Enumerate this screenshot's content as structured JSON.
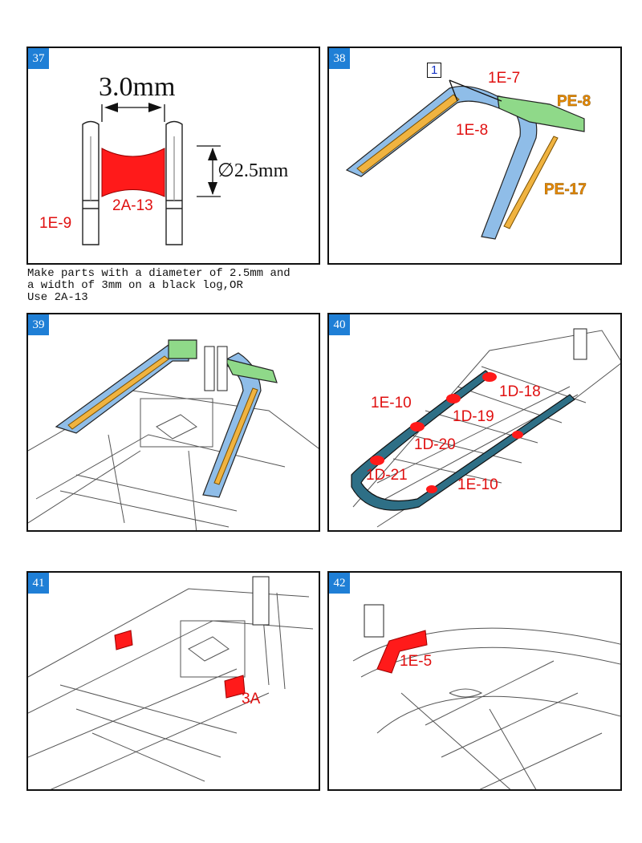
{
  "steps": [
    {
      "number": "37",
      "labels": {
        "dimension_width": "3.0mm",
        "dimension_diameter": "∅2.5mm",
        "part_a": "2A-13",
        "part_b": "1E-9"
      }
    },
    {
      "number": "38",
      "labels": {
        "callout": "1",
        "part_a": "1E-7",
        "part_b": "PE-8",
        "part_c": "1E-8",
        "part_d": "PE-17"
      }
    },
    {
      "number": "39",
      "labels": {}
    },
    {
      "number": "40",
      "labels": {
        "part_a": "1E-10",
        "part_b": "1D-18",
        "part_c": "1D-19",
        "part_d": "1D-20",
        "part_e": "1D-21",
        "part_f": "1E-10"
      }
    },
    {
      "number": "41",
      "labels": {
        "part_a": "3A"
      }
    },
    {
      "number": "42",
      "labels": {
        "part_a": "1E-5"
      }
    }
  ],
  "note": [
    "Make parts with a diameter of 2.5mm and",
    "a width of 3mm on a black log,OR",
    "Use 2A-13"
  ]
}
